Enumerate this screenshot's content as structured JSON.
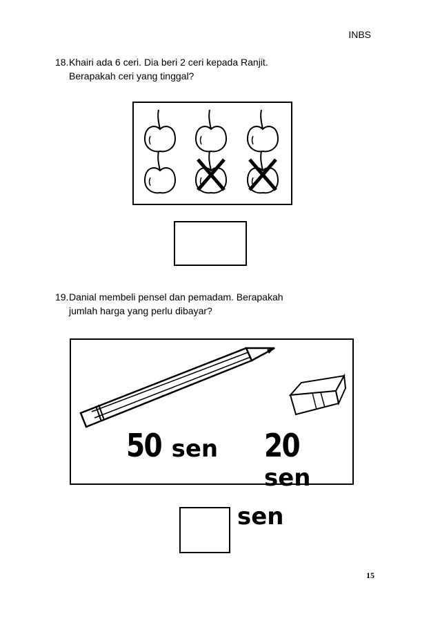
{
  "header": {
    "code": "INBS"
  },
  "q18": {
    "number": "18.",
    "line1": "Khairi ada 6 ceri. Dia beri 2 ceri kepada Ranjit.",
    "line2": "Berapakah ceri yang tinggal?"
  },
  "q19": {
    "number": "19.",
    "line1": "Danial membeli pensel dan pemadam. Berapakah",
    "line2": "jumlah harga yang perlu dibayar?",
    "pencil_price": "50",
    "eraser_price": "20",
    "unit": "sen"
  },
  "answer_unit": "sen",
  "page_number": "15"
}
